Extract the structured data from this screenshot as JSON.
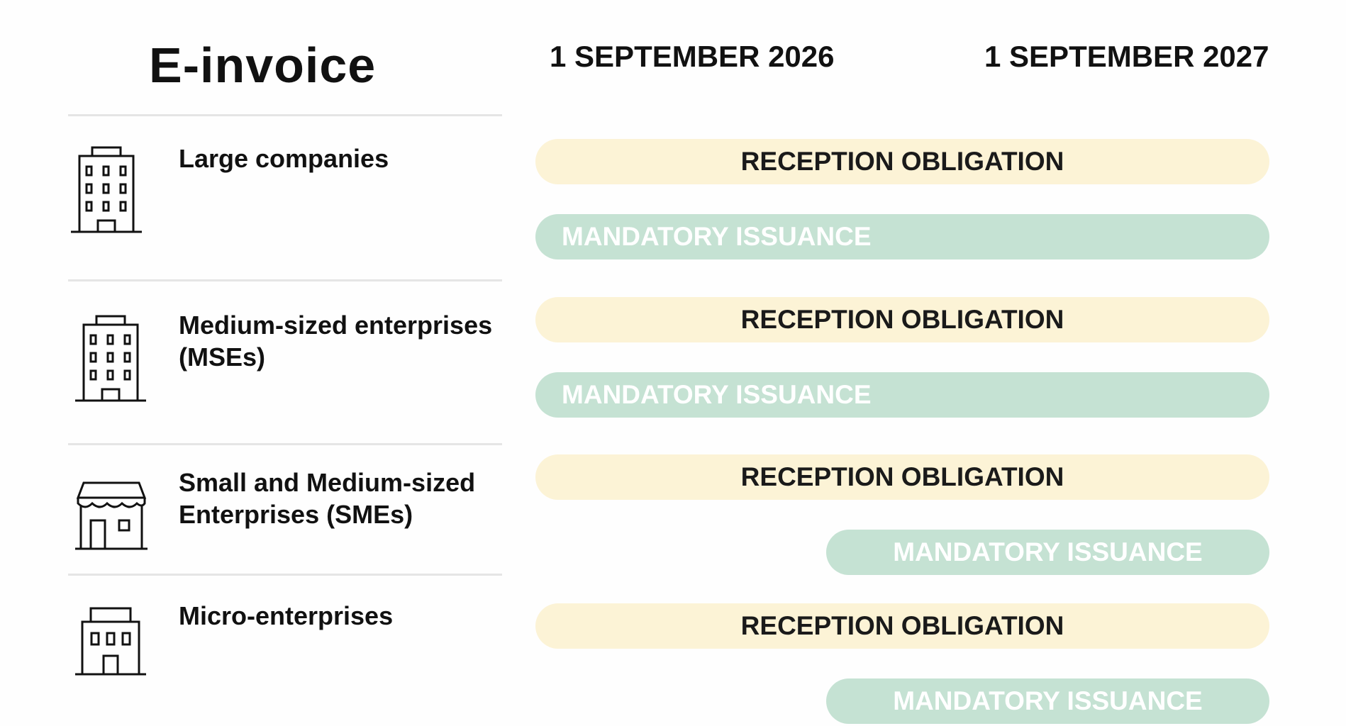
{
  "title": "E-invoice",
  "dates": [
    "1 SEPTEMBER 2026",
    "1 SEPTEMBER 2027"
  ],
  "segments": [
    {
      "icon": "office-building-icon",
      "label": "Large companies",
      "reception": "RECEPTION OBLIGATION",
      "issuance": "MANDATORY ISSUANCE",
      "issuance_start": "1 SEPTEMBER 2026"
    },
    {
      "icon": "office-building-icon",
      "label": "Medium-sized enterprises (MSEs)",
      "reception": "RECEPTION OBLIGATION",
      "issuance": "MANDATORY ISSUANCE",
      "issuance_start": "1 SEPTEMBER 2026"
    },
    {
      "icon": "storefront-icon",
      "label": "Small and Medium-sized Enterprises (SMEs)",
      "reception": "RECEPTION OBLIGATION",
      "issuance": "MANDATORY ISSUANCE",
      "issuance_start": "1 SEPTEMBER 2027"
    },
    {
      "icon": "small-building-icon",
      "label": "Micro-enterprises",
      "reception": "RECEPTION OBLIGATION",
      "issuance": "MANDATORY ISSUANCE",
      "issuance_start": "1 SEPTEMBER 2027"
    }
  ],
  "colors": {
    "reception_bg": "#fcf3d6",
    "issuance_bg": "#c5e2d3",
    "issuance_text": "#ffffff"
  }
}
